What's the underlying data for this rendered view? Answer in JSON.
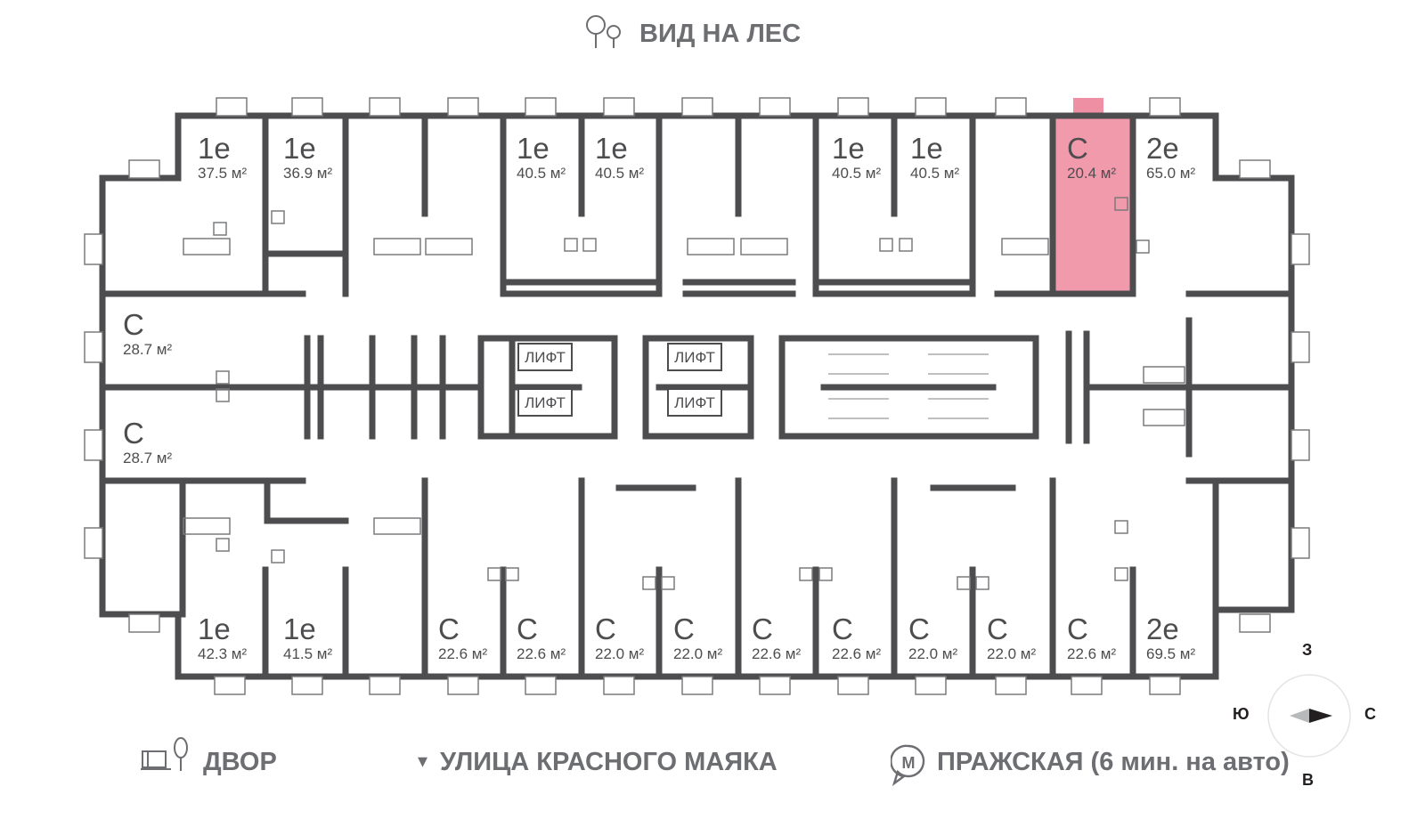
{
  "labels": {
    "top": "ВИД НА ЛЕС",
    "yard": "ДВОР",
    "street": "УЛИЦА КРАСНОГО МАЯКА",
    "metro": "ПРАЖСКАЯ (6 мин. на авто)",
    "street_marker": "▾"
  },
  "compass": {
    "north_side": "З",
    "south_side": "В",
    "west_side": "Ю",
    "east_side": "С"
  },
  "lift_label": "ЛИФТ",
  "apartments": [
    {
      "type": "1е",
      "area": "37.5 м²"
    },
    {
      "type": "1е",
      "area": "36.9 м²"
    },
    {
      "type": "1е",
      "area": "40.5 м²"
    },
    {
      "type": "1е",
      "area": "40.5 м²"
    },
    {
      "type": "1е",
      "area": "40.5 м²"
    },
    {
      "type": "1е",
      "area": "40.5 м²"
    },
    {
      "type": "С",
      "area": "20.4 м²",
      "highlighted": true
    },
    {
      "type": "2е",
      "area": "65.0 м²"
    },
    {
      "type": "С",
      "area": "28.7 м²"
    },
    {
      "type": "С",
      "area": "28.7 м²"
    },
    {
      "type": "1е",
      "area": "42.3 м²"
    },
    {
      "type": "1е",
      "area": "41.5 м²"
    },
    {
      "type": "С",
      "area": "22.6 м²"
    },
    {
      "type": "С",
      "area": "22.6 м²"
    },
    {
      "type": "С",
      "area": "22.0 м²"
    },
    {
      "type": "С",
      "area": "22.0 м²"
    },
    {
      "type": "С",
      "area": "22.6 м²"
    },
    {
      "type": "С",
      "area": "22.6 м²"
    },
    {
      "type": "С",
      "area": "22.0 м²"
    },
    {
      "type": "С",
      "area": "22.0 м²"
    },
    {
      "type": "С",
      "area": "22.6 м²"
    },
    {
      "type": "2е",
      "area": "69.5 м²"
    }
  ],
  "colors": {
    "wall": "#4d4d4f",
    "highlight": "#ef8fa3",
    "thin": "#7a7b7d",
    "text": "#6d6e71"
  },
  "icons": [
    "tree-icon",
    "playground-icon",
    "metro-icon",
    "compass-arrow-icon"
  ]
}
